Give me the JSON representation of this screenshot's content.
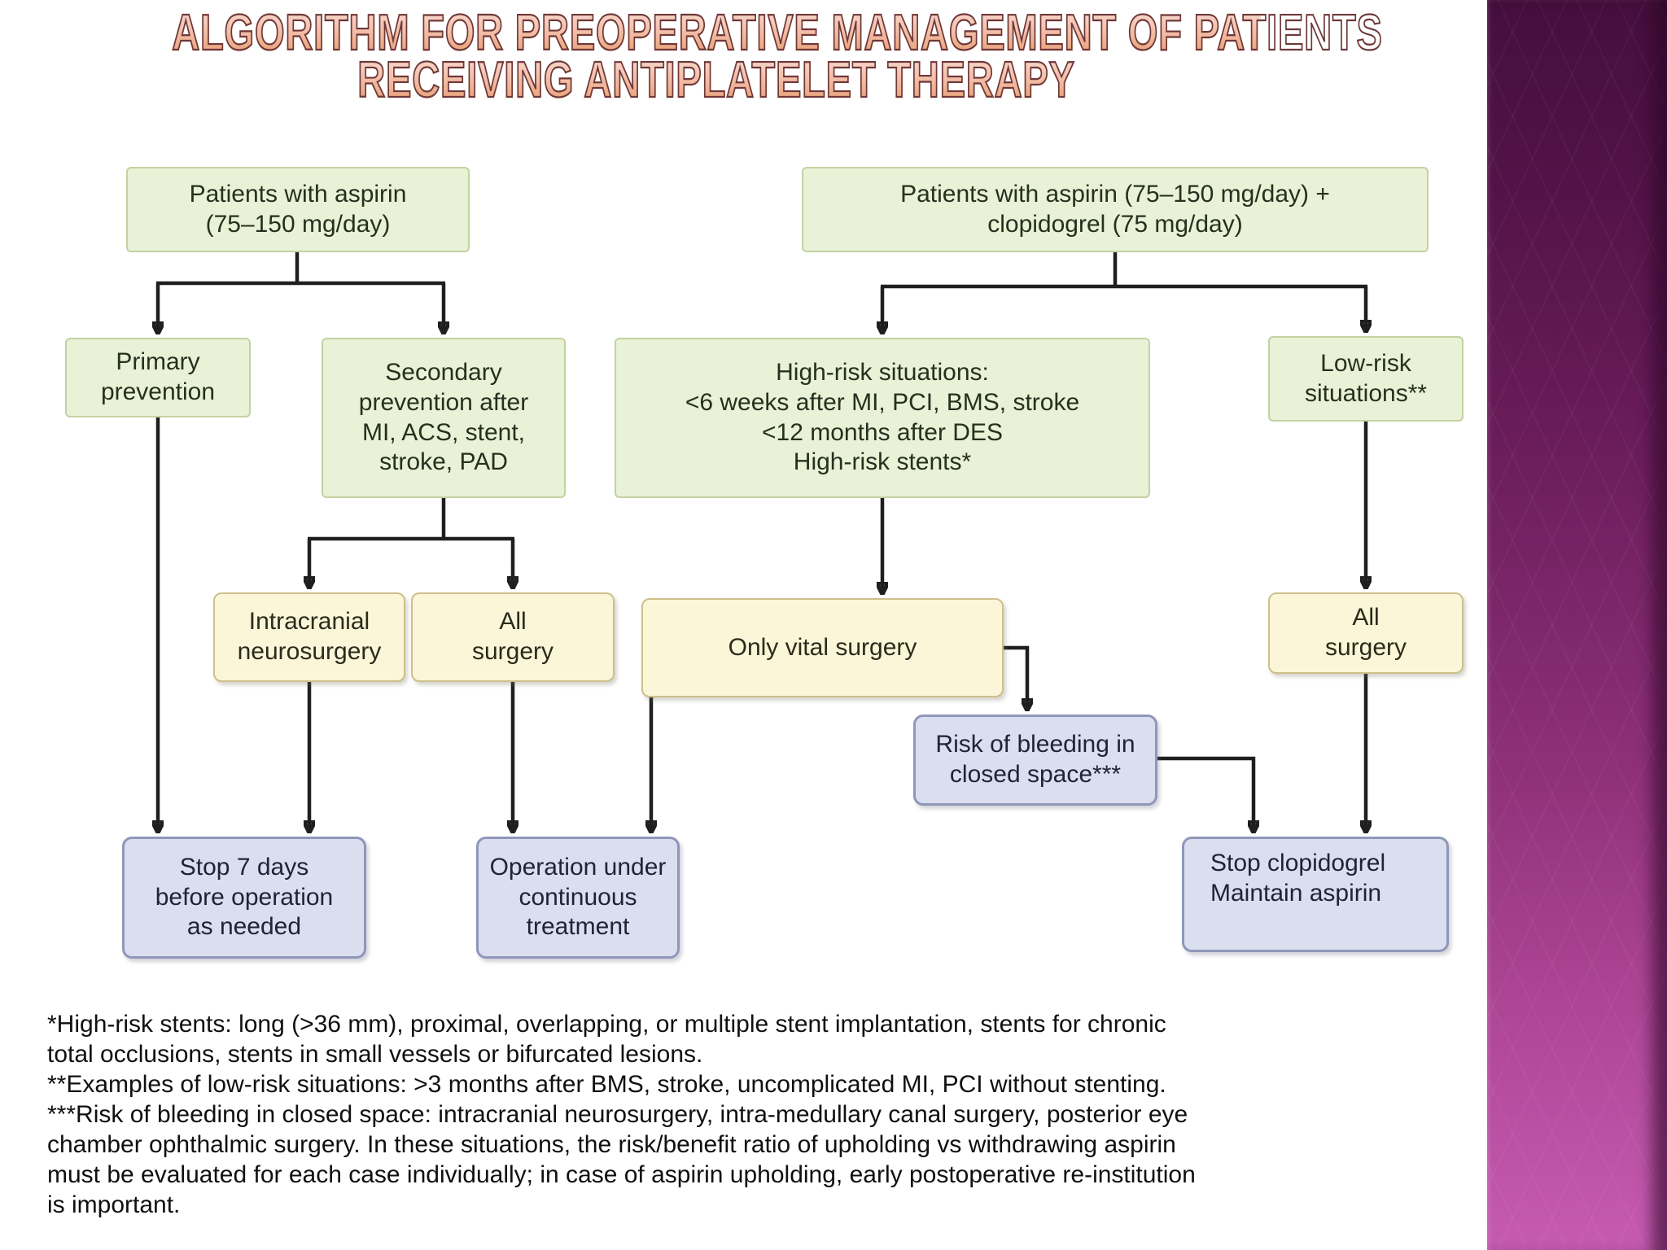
{
  "title": {
    "line1": "ALGORITHM FOR PREOPERATIVE MANAGEMENT OF PATIENTS",
    "line2": "RECEIVING ANTIPLATELET THERAPY"
  },
  "flowchart": {
    "nodes": {
      "aspirin_only": {
        "text": "Patients with aspirin\n(75–150 mg/day)"
      },
      "aspirin_clopidogrel": {
        "text": "Patients with aspirin (75–150 mg/day) +\nclopidogrel (75 mg/day)"
      },
      "primary": {
        "text": "Primary\nprevention"
      },
      "secondary": {
        "text": "Secondary\nprevention after\nMI, ACS, stent,\nstroke, PAD"
      },
      "high_risk": {
        "text": "High-risk situations:\n<6 weeks after MI, PCI, BMS, stroke\n<12 months after DES\nHigh-risk stents*"
      },
      "low_risk": {
        "text": "Low-risk\nsituations**"
      },
      "intracranial": {
        "text": "Intracranial\nneurosurgery"
      },
      "all_surgery_mid": {
        "text": "All\nsurgery"
      },
      "only_vital": {
        "text": "Only vital surgery"
      },
      "all_surgery_right": {
        "text": "All\nsurgery"
      },
      "risk_bleeding": {
        "text": "Risk of bleeding in\nclosed space***"
      },
      "stop_7_days": {
        "text": "Stop 7 days\nbefore operation\nas needed"
      },
      "operation_continuous": {
        "text": "Operation under\ncontinuous\ntreatment"
      },
      "stop_clopidogrel": {
        "text": "Stop clopidogrel\nMaintain aspirin"
      }
    },
    "colors": {
      "green_fill": "#e9f1d6",
      "green_border": "#c4d2a2",
      "yellow_fill": "#fbf6d8",
      "yellow_border": "#ccc089",
      "lavender_fill": "#dadeee",
      "lavender_border": "#8f97ba",
      "arrow": "#1f1f1f",
      "title_fill": "#f3bfa9",
      "title_outline": "#6e3838",
      "sidebar_top": "#440e3c",
      "sidebar_bottom": "#c65bb1"
    }
  },
  "footnotes": {
    "lines": [
      "*High-risk stents: long (>36 mm), proximal, overlapping, or multiple stent implantation, stents for chronic",
      "total occlusions, stents in small vessels or bifurcated lesions.",
      "**Examples of low-risk situations: >3 months after BMS, stroke, uncomplicated MI, PCI without stenting.",
      "***Risk of bleeding in closed space: intracranial neurosurgery, intra-medullary canal surgery, posterior eye",
      "chamber ophthalmic surgery. In these situations, the risk/benefit ratio of upholding vs withdrawing aspirin",
      "must be evaluated for each case individually; in case of aspirin upholding, early postoperative re-institution",
      "is important."
    ]
  }
}
